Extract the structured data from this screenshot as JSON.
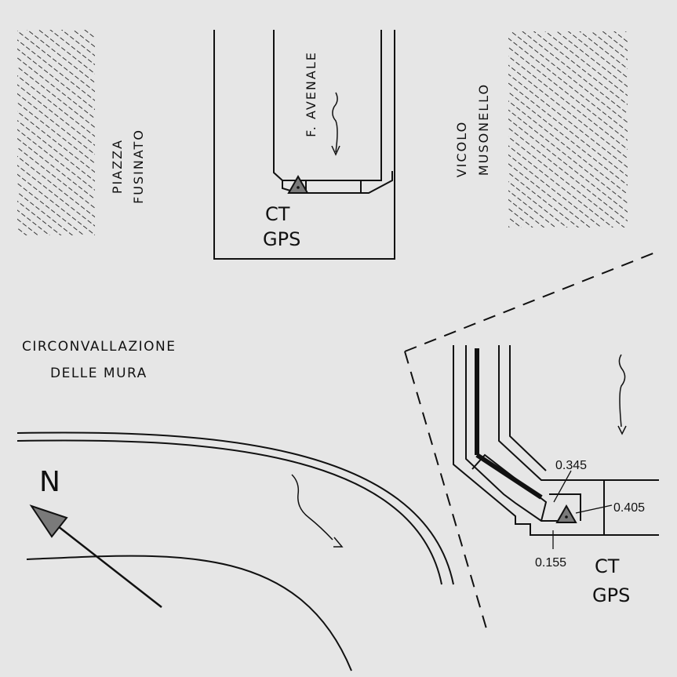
{
  "labels": {
    "piazza": "PIAZZA",
    "fusinato": "FUSINATO",
    "favenale": "F. AVENALE",
    "vicolo": "VICOLO",
    "musonello": "MUSONELLO",
    "ct_top": "CT",
    "gps_top": "GPS",
    "circ1": "CIRCONVALLAZIONE",
    "circ2": "DELLE MURA",
    "north": "N",
    "ct_detail": "CT",
    "gps_detail": "GPS"
  },
  "dimensions": {
    "d1": "0.345",
    "d2": "0.405",
    "d3": "0.155"
  },
  "colors": {
    "background": "#e6e6e6",
    "ink": "#111111",
    "marker_fill": "#7a7a7a"
  }
}
